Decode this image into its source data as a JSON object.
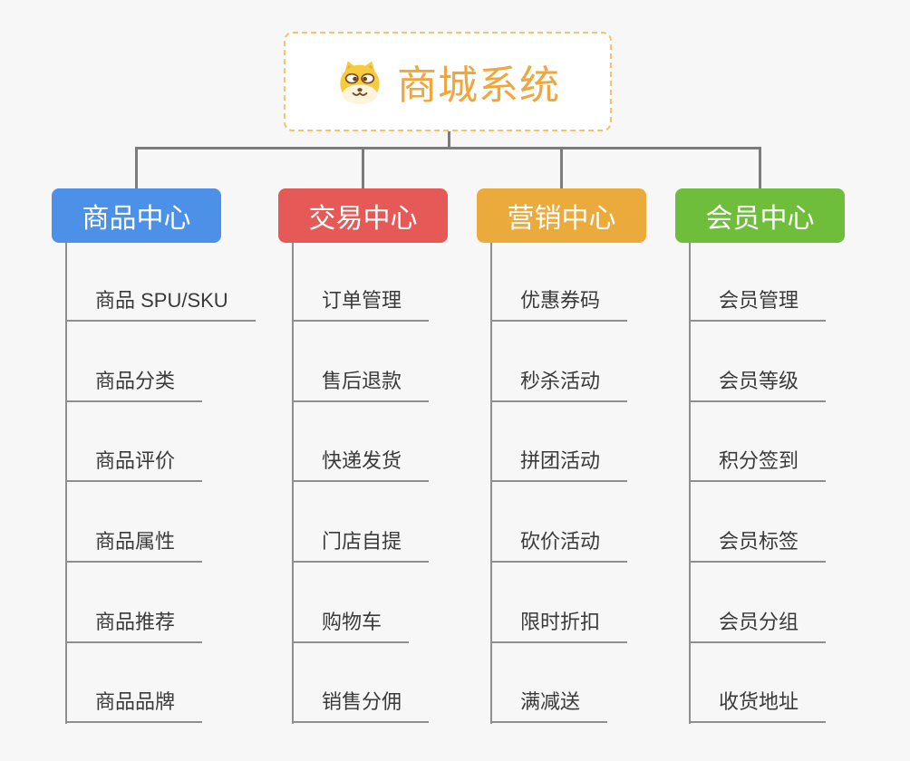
{
  "page": {
    "background": "#F7F7F7"
  },
  "root": {
    "title": "商城系统",
    "title_color": "#F0A63C",
    "border_color": "#F6C26A",
    "icon": "shiba-dog-face-icon"
  },
  "branches": [
    {
      "label": "商品中心",
      "color": "#4D90E8",
      "children": [
        "商品 SPU/SKU",
        "商品分类",
        "商品评价",
        "商品属性",
        "商品推荐",
        "商品品牌"
      ]
    },
    {
      "label": "交易中心",
      "color": "#E55A57",
      "children": [
        "订单管理",
        "售后退款",
        "快递发货",
        "门店自提",
        "购物车",
        "销售分佣"
      ]
    },
    {
      "label": "营销中心",
      "color": "#EBAA3C",
      "children": [
        "优惠券码",
        "秒杀活动",
        "拼团活动",
        "砍价活动",
        "限时折扣",
        "满减送"
      ]
    },
    {
      "label": "会员中心",
      "color": "#6EBE3C",
      "children": [
        "会员管理",
        "会员等级",
        "积分签到",
        "会员标签",
        "会员分组",
        "收货地址"
      ]
    }
  ],
  "colors": {
    "connector": "#7C7C7C",
    "branch_line": "#8F8F8F",
    "item_underline": "#8F8F8F",
    "item_text": "#3A3A3A"
  }
}
